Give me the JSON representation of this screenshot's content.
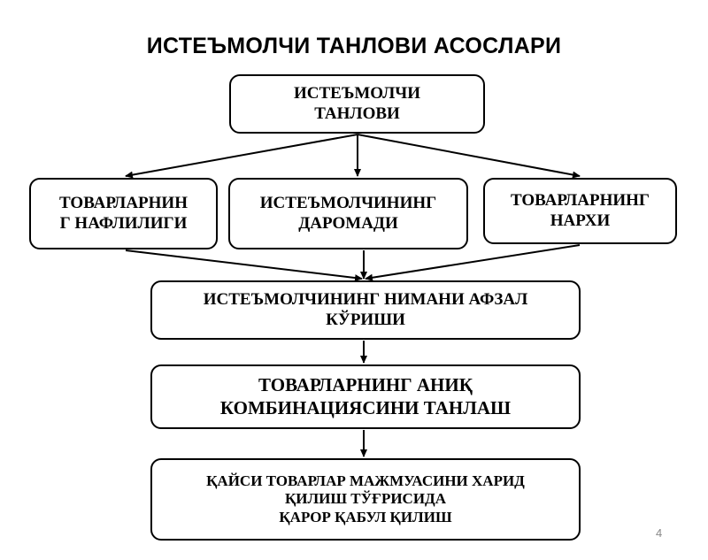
{
  "title": "ИСТЕЪМОЛЧИ ТАНЛОВИ АСОСЛАРИ",
  "nodes": {
    "choice": "ИСТЕЪМОЛЧИ\nТАНЛОВИ",
    "utility": "ТОВАРЛАРНИН\nГ НАФЛИЛИГИ",
    "income": "ИСТЕЪМОЛЧИНИНГ\nДАРОМАДИ",
    "price": "ТОВАРЛАРНИНГ\nНАРХИ",
    "preference": "ИСТЕЪМОЛЧИНИНГ НИМАНИ АФЗАЛ\nКЎРИШИ",
    "combination": "ТОВАРЛАРНИНГ  АНИҚ\nКОМБИНАЦИЯСИНИ ТАНЛАШ",
    "decision": "ҚАЙСИ  ТОВАРЛАР  МАЖМУАСИНИ ХАРИД\nҚИЛИШ  ТЎҒРИСИДА\nҚАРОР ҚАБУЛ  ҚИЛИШ"
  },
  "page_number": "4"
}
